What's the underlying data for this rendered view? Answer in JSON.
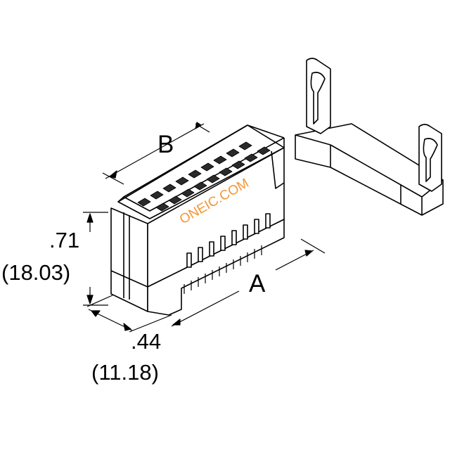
{
  "dimensions": {
    "height_in": ".71",
    "height_mm": "(18.03)",
    "width_in": ".44",
    "width_mm": "(11.18)",
    "label_a": "A",
    "label_b": "B"
  },
  "watermark": "ONEIC.COM",
  "colors": {
    "line": "#000000",
    "fill": "#ffffff",
    "slot": "#2a2a2a",
    "watermark": "#f28a1e"
  }
}
